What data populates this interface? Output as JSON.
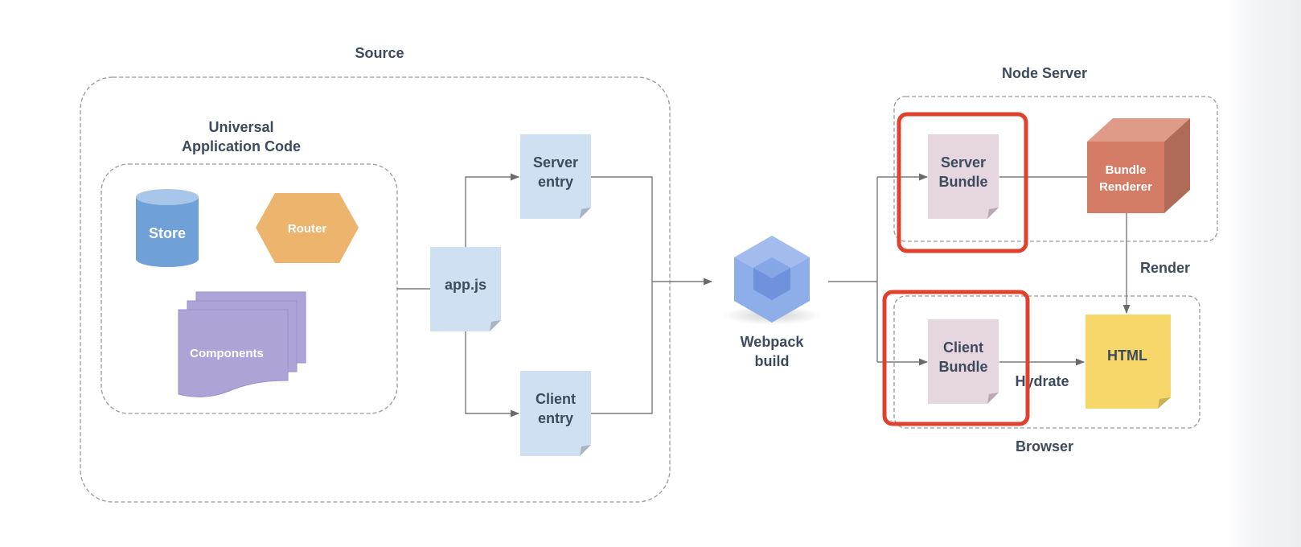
{
  "groups": {
    "source": "Source",
    "universal_line1": "Universal",
    "universal_line2": "Application Code",
    "node_server": "Node Server",
    "browser": "Browser"
  },
  "nodes": {
    "store": "Store",
    "router": "Router",
    "components": "Components",
    "app_js": "app.js",
    "server_entry_line1": "Server",
    "server_entry_line2": "entry",
    "client_entry_line1": "Client",
    "client_entry_line2": "entry",
    "webpack_line1": "Webpack",
    "webpack_line2": "build",
    "server_bundle_line1": "Server",
    "server_bundle_line2": "Bundle",
    "client_bundle_line1": "Client",
    "client_bundle_line2": "Bundle",
    "bundle_renderer_line1": "Bundle",
    "bundle_renderer_line2": "Renderer",
    "html": "HTML"
  },
  "edges": {
    "render": "Render",
    "hydrate": "Hydrate"
  },
  "colors": {
    "store": "#6fa1d8",
    "router": "#ecb46d",
    "components": "#ada3d6",
    "entry_file": "#cfe0f2",
    "bundle_file": "#e6d6e0",
    "bundle_renderer": "#d47c66",
    "html": "#f7d76a",
    "webpack": "#8daee8",
    "highlight": "#e0412c"
  }
}
